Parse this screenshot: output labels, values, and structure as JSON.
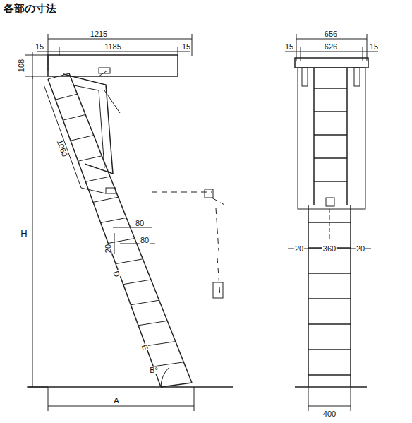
{
  "diagram": {
    "title": "各部の寸法",
    "labels": [
      "1215",
      "15",
      "1185",
      "15",
      "108",
      "1060",
      "H",
      "80",
      "20",
      "80",
      "D",
      "E",
      "B°",
      "A",
      "656",
      "15",
      "626",
      "15",
      "20",
      "360",
      "20",
      "400"
    ]
  }
}
